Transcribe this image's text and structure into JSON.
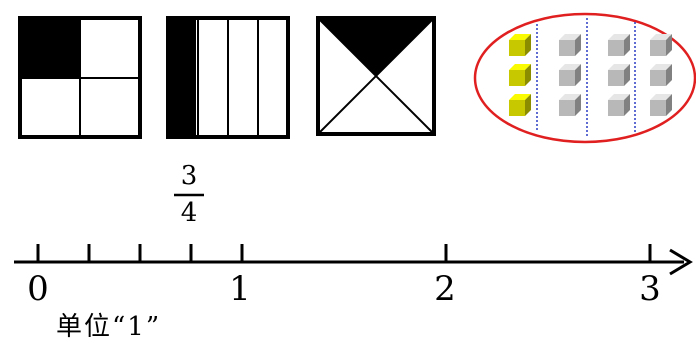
{
  "figures": [
    {
      "kind": "square-quarters",
      "shaded_parts": 1,
      "total_parts": 4
    },
    {
      "kind": "square-strips",
      "shaded_parts": 1,
      "total_parts": 4
    },
    {
      "kind": "square-triangles",
      "shaded_parts": 1,
      "total_parts": 4
    },
    {
      "kind": "ellipse-cubes",
      "groups": 4,
      "cubes_per_group": 3,
      "highlighted_groups": 1
    }
  ],
  "colors": {
    "ink": "#000000",
    "ellipse_border": "#e02020",
    "highlight_cube": "#c8c800",
    "plain_cube": "#b8b8b8",
    "divider": "#2a3cc4"
  },
  "number_line": {
    "tick_values": [
      0,
      0.25,
      0.5,
      0.75,
      1,
      2,
      3
    ],
    "labels": [
      "0",
      "1",
      "2",
      "3"
    ],
    "fraction_numerator": "3",
    "fraction_denominator": "4",
    "unit_text": "单位“1”"
  }
}
